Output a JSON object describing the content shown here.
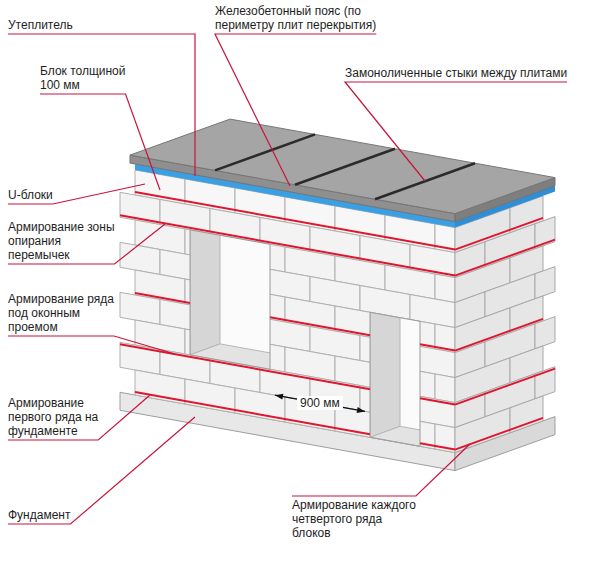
{
  "diagram": {
    "labels": [
      "Утеплитель",
      "Железобетонный пояс (по периметру плит перекрытия)",
      "Блок толщиной 100 мм",
      "Замоноличенные стыки между плитами",
      "U-блоки",
      "Армирование зоны опирания перемычек",
      "Армирование ряда под оконным проемом",
      "Армирование первого ряда на фундаменте",
      "Фундамент",
      "900 мм",
      "Армирование каждого четвертого ряда блоков"
    ]
  }
}
